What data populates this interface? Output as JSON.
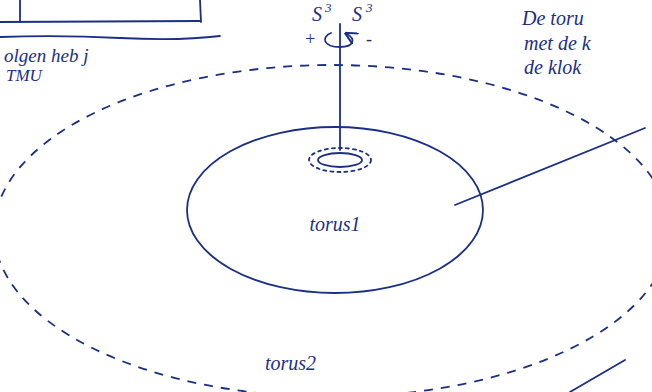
{
  "diagram": {
    "nodes": [
      {
        "text": [
          "torus2"
        ]
      },
      {
        "text": [
          "torus1"
        ],
        "in": 0
      }
    ],
    "labels": [
      "S",
      "3",
      "S",
      "3",
      "+",
      "-",
      "olgen heb j",
      "TMU",
      "De toru",
      "met de k",
      "de klok"
    ]
  }
}
